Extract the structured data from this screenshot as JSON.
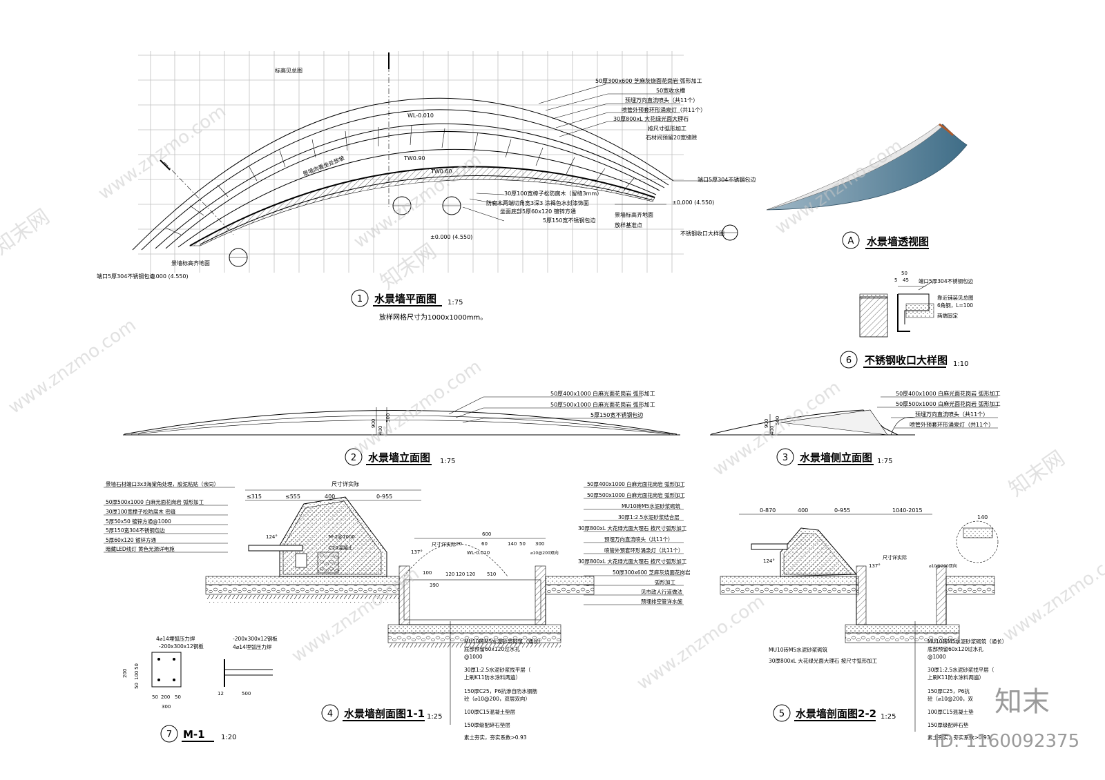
{
  "plan": {
    "num": "1",
    "title": "水景墙平面图",
    "scale": "1:75",
    "subtitle": "放样网格尺寸为1000x1000mm。",
    "labels": [
      "标高见总图",
      "50厚300x600 芝麻灰烧面花岗岩 弧形加工",
      "50宽收水槽",
      "预埋万向直流喷头（共11个）",
      "喷管外预套环形涌泉灯（共11个）",
      "30厚800xL 大花绿光面大理石",
      "按尺寸弧形加工",
      "石材间预留20宽缝隙",
      "端口5厚304不锈钢包边",
      "30厚100宽樟子松防腐木（留缝3mm）",
      "防腐木两端切角宽3深3 涂褐色水封漆饰面",
      "坐面底部5厚60x120 镀锌方通",
      "5厚150宽不锈钢包边",
      "景墙标高齐地面",
      "放样基准点",
      "不锈钢收口大样图",
      "景墙向看坐处放坡",
      "±0.000 (4.550)",
      "±0.000 (4.550)",
      "端口5厚304不锈钢包边",
      "景墙标高齐地面",
      "0.000 (4.550)",
      "WL-0.010",
      "TW0.90",
      "TW0.60"
    ]
  },
  "perspective": {
    "letter": "A",
    "title": "水景墙透视图"
  },
  "detail6": {
    "num": "6",
    "title": "不锈钢收口大样图",
    "scale": "1:10",
    "labels": [
      "端口5厚304不锈钢包边",
      "靠近铺装见总图",
      "6角钢，L=100",
      "两端固定",
      "50",
      "5",
      "45"
    ]
  },
  "elevation2": {
    "num": "2",
    "title": "水景墙立面图",
    "scale": "1:75",
    "labels": [
      "50厚400x1000 白麻光面花岗岩 弧形加工",
      "50厚500x1000 白麻光面花岗岩 弧形加工",
      "5厚150宽不锈钢包边",
      "900",
      "400",
      "500"
    ]
  },
  "elevation3": {
    "num": "3",
    "title": "水景墙侧立面图",
    "scale": "1:75",
    "labels": [
      "50厚400x1000 白麻光面花岗岩 弧形加工",
      "50厚500x1000 白麻光面花岗岩 弧形加工",
      "预埋万向直流喷头（共11个）",
      "喷管外预套环形涌泉灯（共11个）",
      "900",
      "400",
      "500"
    ]
  },
  "section4": {
    "num": "4",
    "title": "水景墙剖面图1-1",
    "scale": "1:25",
    "top_dims": [
      "尺寸详实际",
      "≤315",
      "≤555",
      "400",
      "0-955"
    ],
    "left_labels": [
      "景墙石材端口3x3海棠角处理，胶泥粘贴（余同）",
      "50厚500x1000 白麻光面花岗岩 弧形加工",
      "30厚100宽樟子松防腐木 密缝",
      "5厚50x50 镀锌方通@1000",
      "5厚150宽304不锈钢包边",
      "5厚60x120 镀锌方通",
      "暗藏LED线灯 黄色光源详电施"
    ],
    "right_labels": [
      "50厚400x1000 白麻光面花岗岩 弧形加工",
      "50厚500x1000 白麻光面花岗岩 弧形加工",
      "MU10砖M5水泥砂浆砌筑",
      "30厚1:2.5水泥砂浆结合层",
      "30厚800xL 大花绿光面大理石 按尺寸弧形加工",
      "预埋万向直流喷头（共11个）",
      "喷管外预套环形涌泉灯（共11个）",
      "30厚800xL 大花绿光面大理石 按尺寸弧形加工",
      "50厚300x600 芝麻灰烧面花岗岩",
      "弧形加工",
      "见市政人行道做法",
      "预埋排空管详水施"
    ],
    "bottom_labels": [
      "MU10砖M5水泥砂浆砌筑（通长）",
      "底部预留60x120过水孔",
      "@1000",
      "30厚1:2.5水泥砂浆找平层（",
      "上刷K11防水涂料两遍）",
      "150厚C25，P6抗渗自防水钢筋",
      "砼（⌀10@200，双层双向）",
      "100厚C15混凝土垫层",
      "150厚级配碎石垫层",
      "素土夯实，夯实系数>0.93"
    ],
    "inner_labels": [
      "M-1@1000",
      "C20混凝土",
      "WL-0.010",
      "尺寸详实际",
      "⌀10@200双向",
      "120",
      "120",
      "120",
      "510",
      "20",
      "60",
      "140",
      "50",
      "300",
      "100",
      "390",
      "124°",
      "137°",
      "600"
    ]
  },
  "section5": {
    "num": "5",
    "title": "水景墙剖面图2-2",
    "scale": "1:25",
    "top_dims": [
      "0-870",
      "400",
      "0-955",
      "1040-2015",
      "140"
    ],
    "labels": [
      "MU10砖M5水泥砂浆砌筑",
      "30厚800xL 大花绿光面大理石 按尺寸弧形加工",
      "MU10砖M5水泥砂浆砌筑（通长）",
      "底部预留60x120过水孔",
      "@1000",
      "30厚1:2.5水泥砂浆找平层（",
      "上刷K11防水涂料两遍）",
      "150厚C25，P6抗",
      "砼（⌀10@200，双",
      "100厚C15混凝土垫",
      "150厚级配碎石垫",
      "素土夯实，夯实系数>0.93",
      "尺寸详实际",
      "124°",
      "137°",
      "⌀10@200双向"
    ]
  },
  "detail7": {
    "num": "7",
    "title": "M-1",
    "scale": "1:20",
    "labels": [
      "4⌀14埋弧压力焊",
      "-200x300x12钢板",
      "-200x300x12钢板",
      "4⌀14埋弧压力焊",
      "50",
      "200",
      "50",
      "300",
      "12",
      "500",
      "200",
      "50",
      "100",
      "50"
    ]
  },
  "watermark": {
    "site": "www.znzmo.com",
    "brand": "知末网",
    "logo": "知末",
    "id": "ID: 1160092375"
  },
  "colors": {
    "perspective_water": "#3f6d87",
    "perspective_edge": "#b05a2a"
  }
}
